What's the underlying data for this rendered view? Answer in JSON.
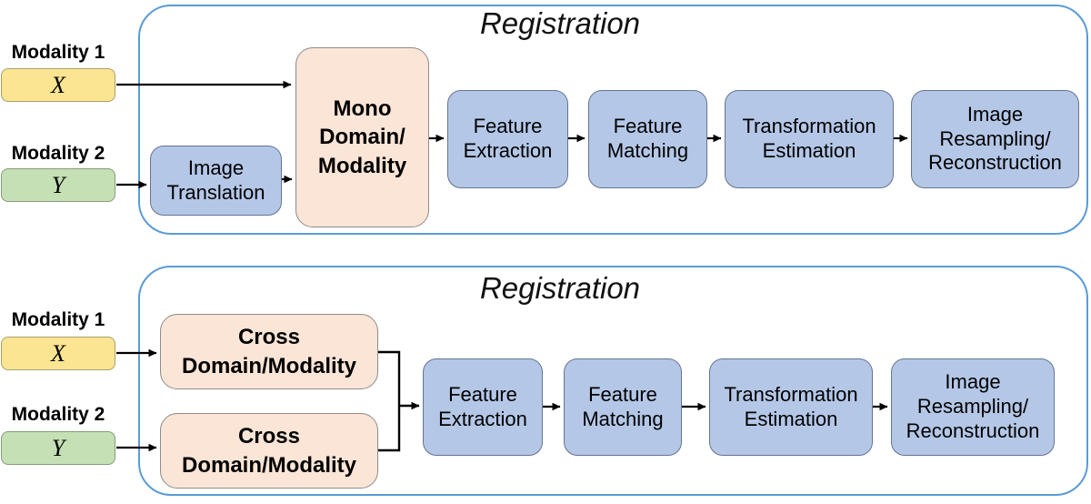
{
  "colors": {
    "container_border": "#5B9BD5",
    "blue_fill": "#B4C7E7",
    "blue_border": "#65748F",
    "peach_fill": "#FBE5D6",
    "peach_border": "#8C8C8C",
    "yellow_fill": "#FCE592",
    "yellow_border": "#A6A06B",
    "green_fill": "#C5E0B4",
    "green_border": "#879B7A",
    "arrow": "#000000"
  },
  "inputs": {
    "modality1_label": "Modality 1",
    "modality1_symbol": "X",
    "modality2_label": "Modality 2",
    "modality2_symbol": "Y"
  },
  "top_pipeline": {
    "title": "Registration",
    "image_translation_label": "Image\nTranslation",
    "fusion_label": "Mono\nDomain/\nModality",
    "steps": [
      "Feature\nExtraction",
      "Feature\nMatching",
      "Transformation\nEstimation",
      "Image\nResampling/\nReconstruction"
    ]
  },
  "bottom_pipeline": {
    "title": "Registration",
    "cross1_label": "Cross\nDomain/Modality",
    "cross2_label": "Cross\nDomain/Modality",
    "steps": [
      "Feature\nExtraction",
      "Feature\nMatching",
      "Transformation\nEstimation",
      "Image\nResampling/\nReconstruction"
    ]
  }
}
